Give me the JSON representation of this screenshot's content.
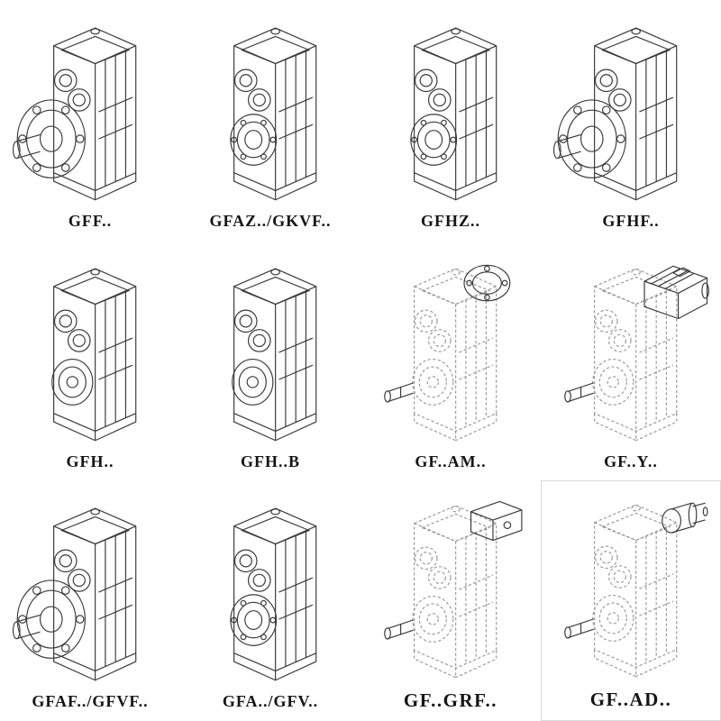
{
  "page": {
    "background": "#ffffff",
    "ink_color": "#3a3a3a",
    "ghost_color": "#9a9a9a"
  },
  "catalog": {
    "items": [
      {
        "label": "GFF..",
        "variant": "flange"
      },
      {
        "label": "GFAZ../GKVF..",
        "variant": "hollow"
      },
      {
        "label": "GFHZ..",
        "variant": "hollow"
      },
      {
        "label": "GFHF..",
        "variant": "flange"
      },
      {
        "label": "GFH..",
        "variant": "plain"
      },
      {
        "label": "GFH..B",
        "variant": "plain"
      },
      {
        "label": "GF..AM..",
        "variant": "dashed-flange"
      },
      {
        "label": "GF..Y..",
        "variant": "dashed-motor"
      },
      {
        "label": "GFAF../GFVF..",
        "variant": "flange"
      },
      {
        "label": "GFA../GFV..",
        "variant": "hollow"
      },
      {
        "label": "GF..GRF..",
        "variant": "dashed-block",
        "label_style": "large"
      },
      {
        "label": "GF..AD..",
        "variant": "dashed-adapter",
        "label_style": "large",
        "boxed": true
      }
    ]
  }
}
